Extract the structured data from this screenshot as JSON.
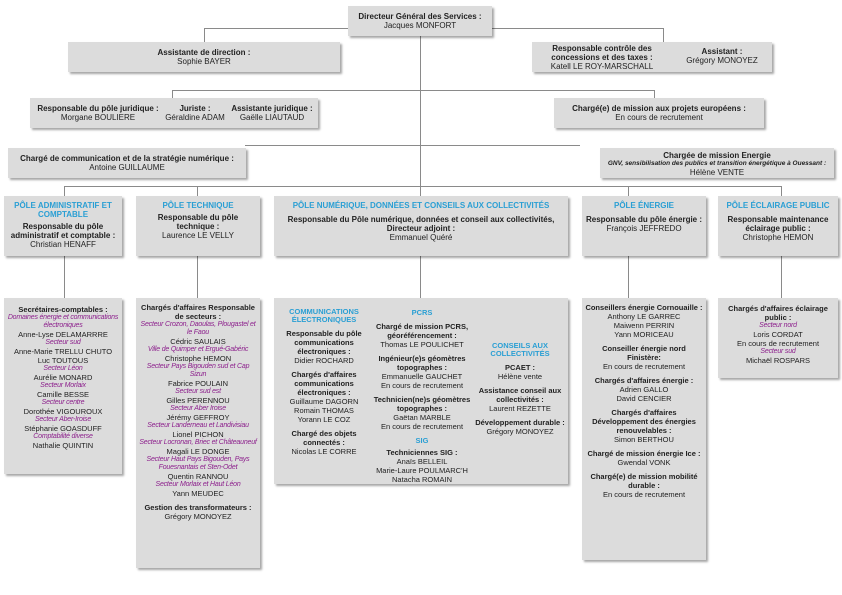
{
  "dgs": {
    "title": "Directeur Général des Services :",
    "name": "Jacques MONFORT"
  },
  "assistante_direction": {
    "title": "Assistante de direction :",
    "name": "Sophie BAYER"
  },
  "controle": {
    "title": "Responsable contrôle des concessions et des taxes :",
    "name": "Katell LE ROY-MARSCHALL",
    "assistant_title": "Assistant :",
    "assistant_name": "Grégory MONOYEZ"
  },
  "juridique": {
    "resp_title": "Responsable du pôle juridique :",
    "resp_name": "Morgane BOULIERE",
    "juriste_title": "Juriste :",
    "juriste_name": "Géraldine ADAM",
    "assist_title": "Assistante juridique :",
    "assist_name": "Gaëlle LIAUTAUD"
  },
  "europe": {
    "title": "Chargé(e) de mission aux projets européens :",
    "name": "En cours de recrutement"
  },
  "communication": {
    "title": "Chargé de communication et de la stratégie numérique :",
    "name": "Antoine GUILLAUME"
  },
  "energie_mission": {
    "title": "Chargée de mission Energie",
    "subtitle": "GNV, sensibilisation des publics et transition énergétique à Ouessant :",
    "name": "Hélène VENTE"
  },
  "pole_admin": {
    "header": "PÔLE ADMINISTRATIF ET COMPTABLE",
    "title": "Responsable du pôle administratif et comptable :",
    "name": "Christian HENAFF"
  },
  "pole_tech": {
    "header": "PÔLE TECHNIQUE",
    "title": "Responsable du pôle technique :",
    "name": "Laurence LE VELLY"
  },
  "pole_num": {
    "header": "PÔLE NUMÉRIQUE, DONNÉES ET CONSEILS AUX COLLECTIVITÉS",
    "title": "Responsable du Pôle numérique, données et conseil aux collectivités, Directeur adjoint :",
    "name": "Emmanuel Quéré"
  },
  "pole_energie": {
    "header": "PÔLE ÉNERGIE",
    "title": "Responsable du pôle énergie :",
    "name": "François JEFFREDO"
  },
  "pole_eclairage": {
    "header": "PÔLE ÉCLAIRAGE PUBLIC",
    "title": "Responsable maintenance éclairage public :",
    "name": "Christophe HEMON"
  },
  "admin_team": {
    "title": "Secrétaires-comptables :",
    "items": [
      {
        "sector": "Domaines énergie et communications électroniques",
        "name": "Anne-Lyse DELAMARRRE"
      },
      {
        "sector": "Secteur sud",
        "name": "Anne-Marie TRELLU CHUTO"
      },
      {
        "sector": "",
        "name": "Luc TOUTOUS"
      },
      {
        "sector": "Secteur Léon",
        "name": "Aurélie MONARD"
      },
      {
        "sector": "Secteur Morlaix",
        "name": "Camille BESSE"
      },
      {
        "sector": "Secteur centre",
        "name": "Dorothée VIGOUROUX"
      },
      {
        "sector": "Secteur Aber-Iroise",
        "name": "Stéphanie GOASDUFF"
      },
      {
        "sector": "Comptabilité diverse",
        "name": "Nathalie QUINTIN"
      }
    ]
  },
  "tech_team": {
    "title": "Chargés d'affaires Responsable de secteurs :",
    "items": [
      {
        "sector": "Secteur Crozon, Daoulas, Plougastel et le Faou",
        "name": "Cédric SAULAIS"
      },
      {
        "sector": "Ville de Quimper et Ergué-Gabéric",
        "name": "Christophe HEMON"
      },
      {
        "sector": "Secteur Pays Bigouden sud et Cap Sizun",
        "name": "Fabrice POULAIN"
      },
      {
        "sector": "Secteur sud est",
        "name": "Gilles PERENNOU"
      },
      {
        "sector": "Secteur Aber Iroise",
        "name": "Jérémy GEFFROY"
      },
      {
        "sector": "Secteur Landerneau et Landivisiau",
        "name": "Lionel PICHON"
      },
      {
        "sector": "Secteur Locronan, Briec et Châteauneuf",
        "name": "Magali LE DONGE"
      },
      {
        "sector": "Secteur Haut Pays Bigouden, Pays Fouesnantais et Sten-Odet",
        "name": "Quentin RANNOU"
      },
      {
        "sector": "Secteur Morlaix et Haut Léon",
        "name": "Yann MEUDEC"
      }
    ],
    "transfo_title": "Gestion des transformateurs :",
    "transfo_name": "Grégory MONOYEZ"
  },
  "num_team": {
    "ce_header": "COMMUNICATIONS ÉLECTRONIQUES",
    "ce_resp_title": "Responsable du pôle communications électroniques :",
    "ce_resp_name": "Didier ROCHARD",
    "ce_ca_title": "Chargés d'affaires communications électroniques :",
    "ce_ca_names": [
      "Guillaume DAGORN",
      "Romain THOMAS",
      "Yorann LE COZ"
    ],
    "ce_obj_title": "Chargé des objets connectés :",
    "ce_obj_name": "Nicolas LE CORRE",
    "pcrs_header": "PCRS",
    "pcrs_mission_title": "Chargé de mission PCRS, géoréférencement :",
    "pcrs_mission_name": "Thomas LE POULICHET",
    "pcrs_ing_title": "Ingénieur(e)s géomètres topographes :",
    "pcrs_ing_names": [
      "Emmanuelle GAUCHET",
      "En cours de recrutement"
    ],
    "pcrs_tech_title": "Technicien(ne)s géomètres topographes :",
    "pcrs_tech_names": [
      "Gaëtan MARBLE",
      "En cours de recrutement"
    ],
    "sig_header": "SIG",
    "sig_title": "Techniciennes SIG :",
    "sig_names": [
      "Anaïs BELLEIL",
      "Marie-Laure POULMARC'H",
      "Natacha ROMAIN"
    ],
    "cac_header": "CONSEILS AUX COLLECTIVITÉS",
    "pcaet_title": "PCAET :",
    "pcaet_name": "Hélène vente",
    "assist_title": "Assistance conseil aux collectivités :",
    "assist_name": "Laurent REZETTE",
    "dev_title": "Développement durable :",
    "dev_name": "Grégory MONOYEZ"
  },
  "energie_team": {
    "groups": [
      {
        "title": "Conseillers énergie Cornouaille :",
        "names": [
          "Anthony LE GARREC",
          "Maiwenn PERRIN",
          "Yann MORICEAU"
        ]
      },
      {
        "title": "Conseiller énergie nord Finistère:",
        "names": [
          "En cours de recrutement"
        ]
      },
      {
        "title": "Chargés d'affaires énergie :",
        "names": [
          "Adrien GALLO",
          "David CENCIER"
        ]
      },
      {
        "title": "Chargés d'affaires Développement des énergies renouvelables :",
        "names": [
          "Simon BERTHOU"
        ]
      },
      {
        "title": "Chargé de mission énergie Ice :",
        "names": [
          "Gwendal VONK"
        ]
      },
      {
        "title": "Chargé(e) de mission mobilité durable :",
        "names": [
          "En cours de recrutement"
        ]
      }
    ]
  },
  "eclairage_team": {
    "title": "Chargés d'affaires éclairage public :",
    "items": [
      {
        "sector": "Secteur nord",
        "names": [
          "Loris CORDAT",
          "En cours de recrutement"
        ]
      },
      {
        "sector": "Secteur sud",
        "names": [
          "Michaël ROSPARS"
        ]
      }
    ]
  },
  "colors": {
    "box": "#dcdcdc",
    "header_blue": "#2a9fd4",
    "sector_purple": "#8c1f8c",
    "line": "#8a8a8a"
  }
}
